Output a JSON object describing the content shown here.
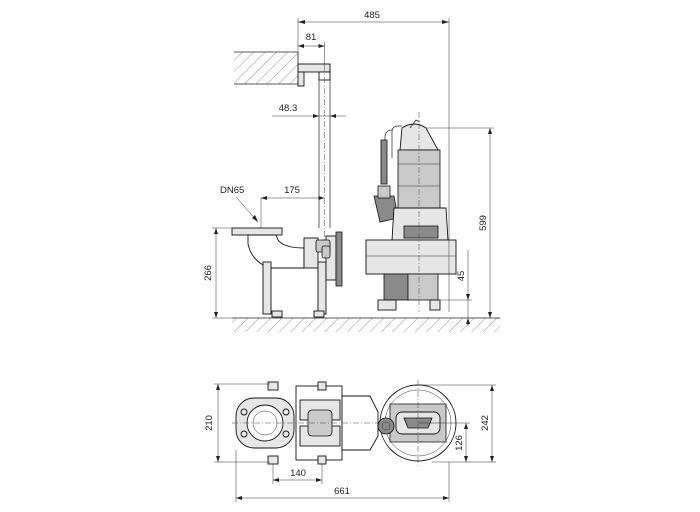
{
  "dimensions": {
    "overall_length_top": "485",
    "pipe_offset": "81",
    "pipe_diameter": "48.3",
    "outlet_size": "DN65",
    "outlet_to_guide": "175",
    "outlet_height": "266",
    "pump_height": "599",
    "base_clearance": "45",
    "plan_width": "210",
    "guide_spacing": "140",
    "overall_length_bottom": "661",
    "pump_plan_half": "126",
    "pump_plan_width": "242"
  }
}
